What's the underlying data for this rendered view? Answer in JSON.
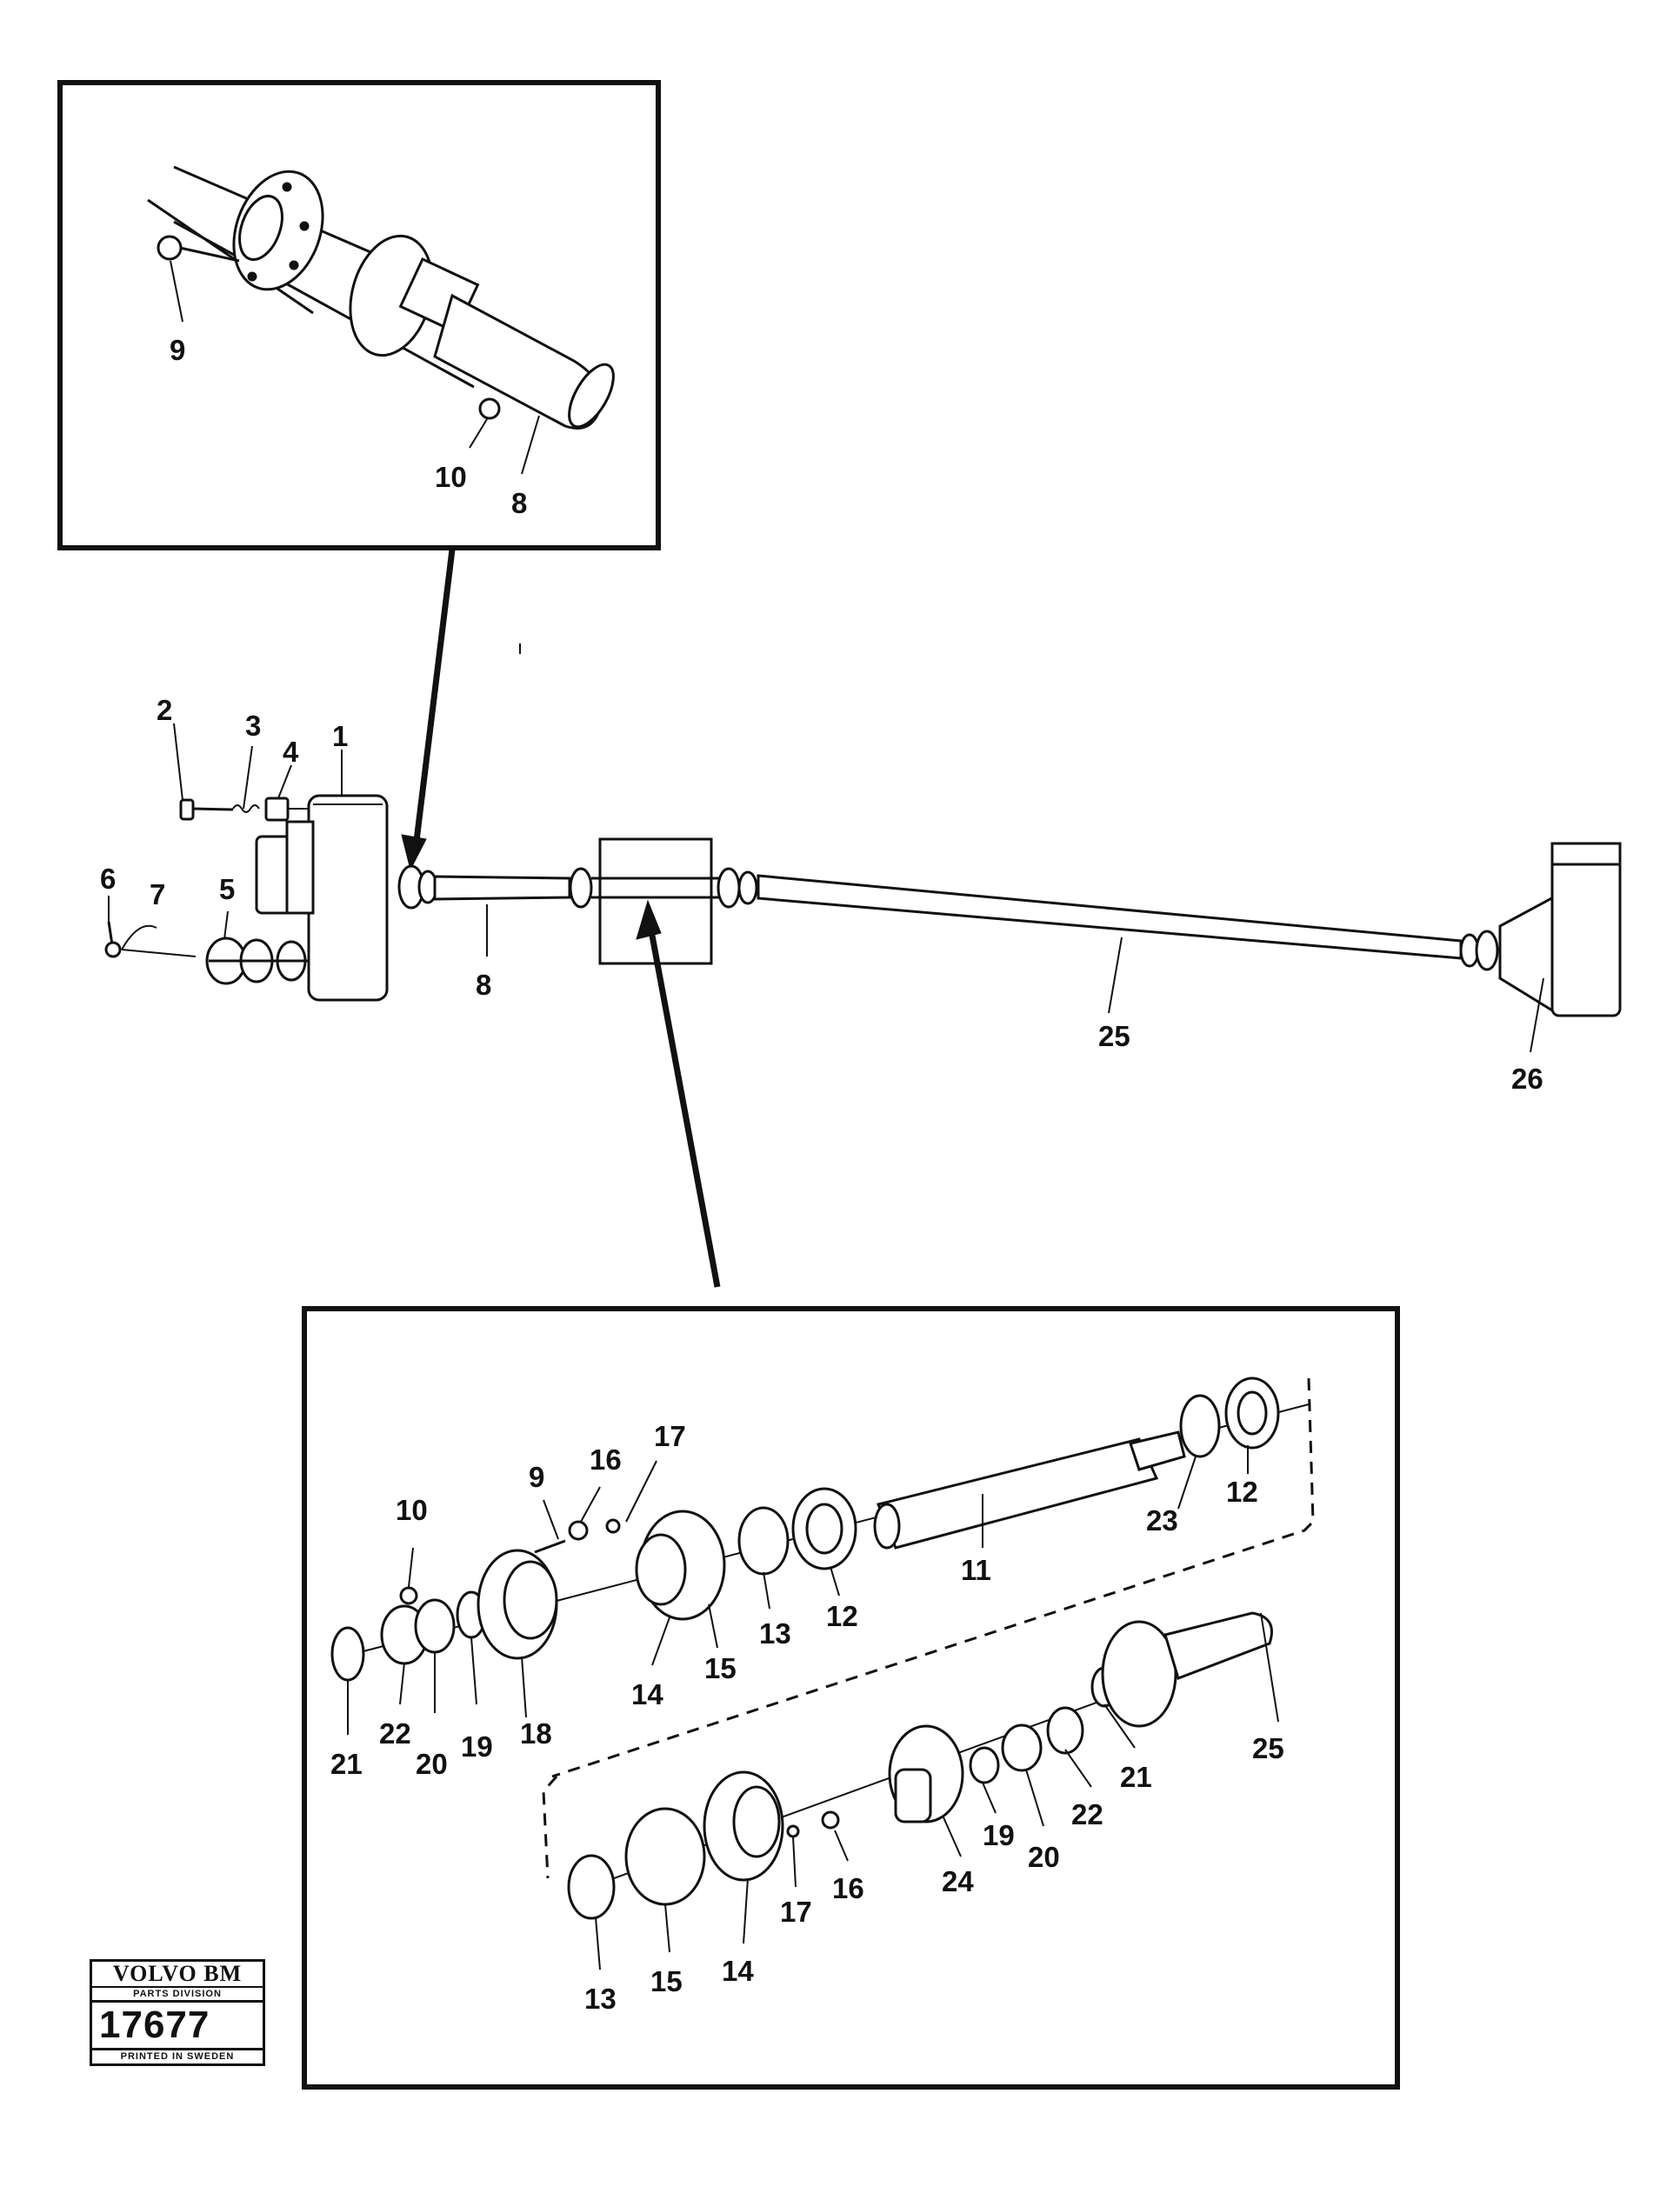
{
  "diagram": {
    "callouts": {
      "c1": "1",
      "c2": "2",
      "c3": "3",
      "c4": "4",
      "c5": "5",
      "c6": "6",
      "c7": "7",
      "c8_main": "8",
      "c25_main": "25",
      "c26": "26",
      "c9_top": "9",
      "c10_top": "10",
      "c8_top": "8",
      "c10_det": "10",
      "c9_det": "9",
      "c16_det_a": "16",
      "c17_det_a": "17",
      "c11": "11",
      "c12_a": "12",
      "c12_b": "12",
      "c13_a": "13",
      "c14_a": "14",
      "c15_a": "15",
      "c18": "18",
      "c19_a": "19",
      "c20_a": "20",
      "c21_a": "21",
      "c22_a": "22",
      "c23": "23",
      "c24": "24",
      "c25_det": "25",
      "c21_b": "21",
      "c22_b": "22",
      "c20_b": "20",
      "c19_b": "19",
      "c16_b": "16",
      "c17_b": "17",
      "c14_b": "14",
      "c15_b": "15",
      "c13_b": "13"
    },
    "stamp": {
      "brand": "VOLVO BM",
      "division": "PARTS DIVISION",
      "number": "17677",
      "printed": "PRINTED IN SWEDEN"
    }
  }
}
